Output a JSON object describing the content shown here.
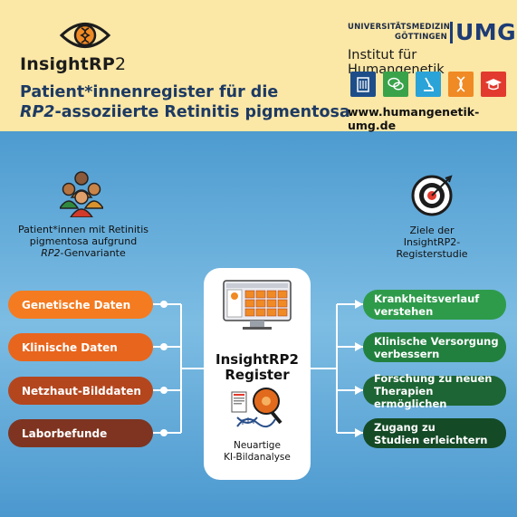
{
  "header": {
    "brand_prefix": "InsightRP",
    "brand_number": "2",
    "headline_line1": "Patient*innenregister für die",
    "headline_gene": "RP2",
    "headline_line2_rest": "-assoziierte Retinitis pigmentosa",
    "umg_line1": "UNIVERSITÄTSMEDIZIN",
    "umg_line2": "GÖTTINGEN",
    "umg_logo": "UMG",
    "institute": "Institut für Humangenetik",
    "url": "www.humangenetik-umg.de",
    "tiles": [
      {
        "icon": "building-icon",
        "color": "#1d4e89"
      },
      {
        "icon": "speech-bubbles-icon",
        "color": "#3aa34a"
      },
      {
        "icon": "microscope-icon",
        "color": "#2aa3d8"
      },
      {
        "icon": "dna-icon",
        "color": "#f08a24"
      },
      {
        "icon": "graduation-cap-icon",
        "color": "#e23a2e"
      }
    ]
  },
  "left": {
    "caption_line1": "Patient*innen mit Retinitis",
    "caption_line2": "pigmentosa aufgrund",
    "caption_gene": "RP2",
    "caption_line3_rest": "-Genvariante",
    "items": [
      {
        "label": "Genetische Daten",
        "color": "#f47b20"
      },
      {
        "label": "Klinische Daten",
        "color": "#e8651d"
      },
      {
        "label": "Netzhaut-Bilddaten",
        "color": "#b4461e"
      },
      {
        "label": "Laborbefunde",
        "color": "#7e3420"
      }
    ]
  },
  "center": {
    "title_line1": "InsightRP2",
    "title_line2": "Register",
    "sub_line1": "Neuartige",
    "sub_line2": "KI-Bildanalyse"
  },
  "right": {
    "caption_line1": "Ziele der",
    "caption_line2": "InsightRP2-",
    "caption_line3": "Registerstudie",
    "items": [
      {
        "line1": "Krankheitsverlauf",
        "line2": "verstehen",
        "color": "#2e9b4b"
      },
      {
        "line1": "Klinische Versorgung",
        "line2": "verbessern",
        "color": "#22803f"
      },
      {
        "line1": "Forschung zu neuen",
        "line2": "Therapien ermöglichen",
        "color": "#1d6534"
      },
      {
        "line1": "Zugang zu",
        "line2": "Studien erleichtern",
        "color": "#144a26"
      }
    ]
  }
}
